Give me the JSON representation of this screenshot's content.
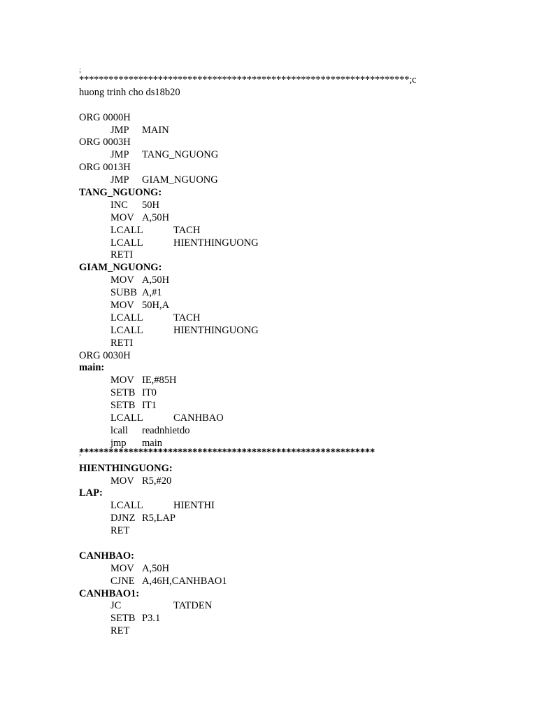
{
  "header": {
    "semicolon": ";",
    "stars_line": "*******************************************************************;c",
    "comment_line": "huong trinh cho ds18b20"
  },
  "code": [
    {
      "type": "plain",
      "text": "ORG 0000H"
    },
    {
      "type": "instr",
      "mn": "JMP",
      "op": "MAIN"
    },
    {
      "type": "plain",
      "text": "ORG 0003H"
    },
    {
      "type": "instr",
      "mn": "JMP",
      "op": "TANG_NGUONG"
    },
    {
      "type": "plain",
      "text": "ORG 0013H"
    },
    {
      "type": "instr",
      "mn": "JMP",
      "op": "GIAM_NGUONG"
    },
    {
      "type": "label",
      "text": "TANG_NGUONG:"
    },
    {
      "type": "instr",
      "mn": "INC",
      "op": "50H"
    },
    {
      "type": "instr",
      "mn": "MOV",
      "op": "A,50H"
    },
    {
      "type": "instr_far",
      "mn": "LCALL",
      "op": "TACH"
    },
    {
      "type": "instr_far",
      "mn": "LCALL",
      "op": "HIENTHINGUONG"
    },
    {
      "type": "instr",
      "mn": "RETI",
      "op": ""
    },
    {
      "type": "label",
      "text": "GIAM_NGUONG:"
    },
    {
      "type": "instr",
      "mn": "MOV",
      "op": "A,50H"
    },
    {
      "type": "instr",
      "mn": "SUBB",
      "op": "A,#1"
    },
    {
      "type": "instr",
      "mn": "MOV",
      "op": "50H,A"
    },
    {
      "type": "instr_far",
      "mn": "LCALL",
      "op": "TACH"
    },
    {
      "type": "instr_far",
      "mn": "LCALL",
      "op": "HIENTHINGUONG"
    },
    {
      "type": "instr",
      "mn": "RETI",
      "op": ""
    },
    {
      "type": "plain",
      "text": "ORG 0030H"
    },
    {
      "type": "label",
      "text": "main:"
    },
    {
      "type": "instr",
      "mn": "MOV",
      "op": "IE,#85H"
    },
    {
      "type": "instr",
      "mn": "SETB",
      "op": "IT0"
    },
    {
      "type": "instr",
      "mn": "SETB",
      "op": "IT1"
    },
    {
      "type": "instr_far",
      "mn": "LCALL",
      "op": "CANHBAO"
    },
    {
      "type": "instr",
      "mn": "lcall",
      "op": "readnhietdo"
    },
    {
      "type": "instr",
      "mn": "jmp",
      "op": "main"
    }
  ],
  "divider": {
    "semicolon": ";",
    "stars": "************************************************************"
  },
  "code2": [
    {
      "type": "label",
      "text": "HIENTHINGUONG:"
    },
    {
      "type": "instr",
      "mn": "MOV",
      "op": "R5,#20"
    },
    {
      "type": "label",
      "text": "LAP:"
    },
    {
      "type": "instr_far",
      "mn": "LCALL",
      "op": "HIENTHI"
    },
    {
      "type": "instr",
      "mn": "DJNZ",
      "op": "R5,LAP"
    },
    {
      "type": "instr",
      "mn": "RET",
      "op": ""
    },
    {
      "type": "blank",
      "text": ""
    },
    {
      "type": "label",
      "text": "CANHBAO:"
    },
    {
      "type": "instr",
      "mn": "MOV",
      "op": "A,50H"
    },
    {
      "type": "instr",
      "mn": "CJNE",
      "op": "A,46H,CANHBAO1"
    },
    {
      "type": "label",
      "text": "CANHBAO1:"
    },
    {
      "type": "instr_far",
      "mn": "JC",
      "op": "TATDEN"
    },
    {
      "type": "instr",
      "mn": "SETB",
      "op": "P3.1"
    },
    {
      "type": "instr",
      "mn": "RET",
      "op": ""
    }
  ]
}
